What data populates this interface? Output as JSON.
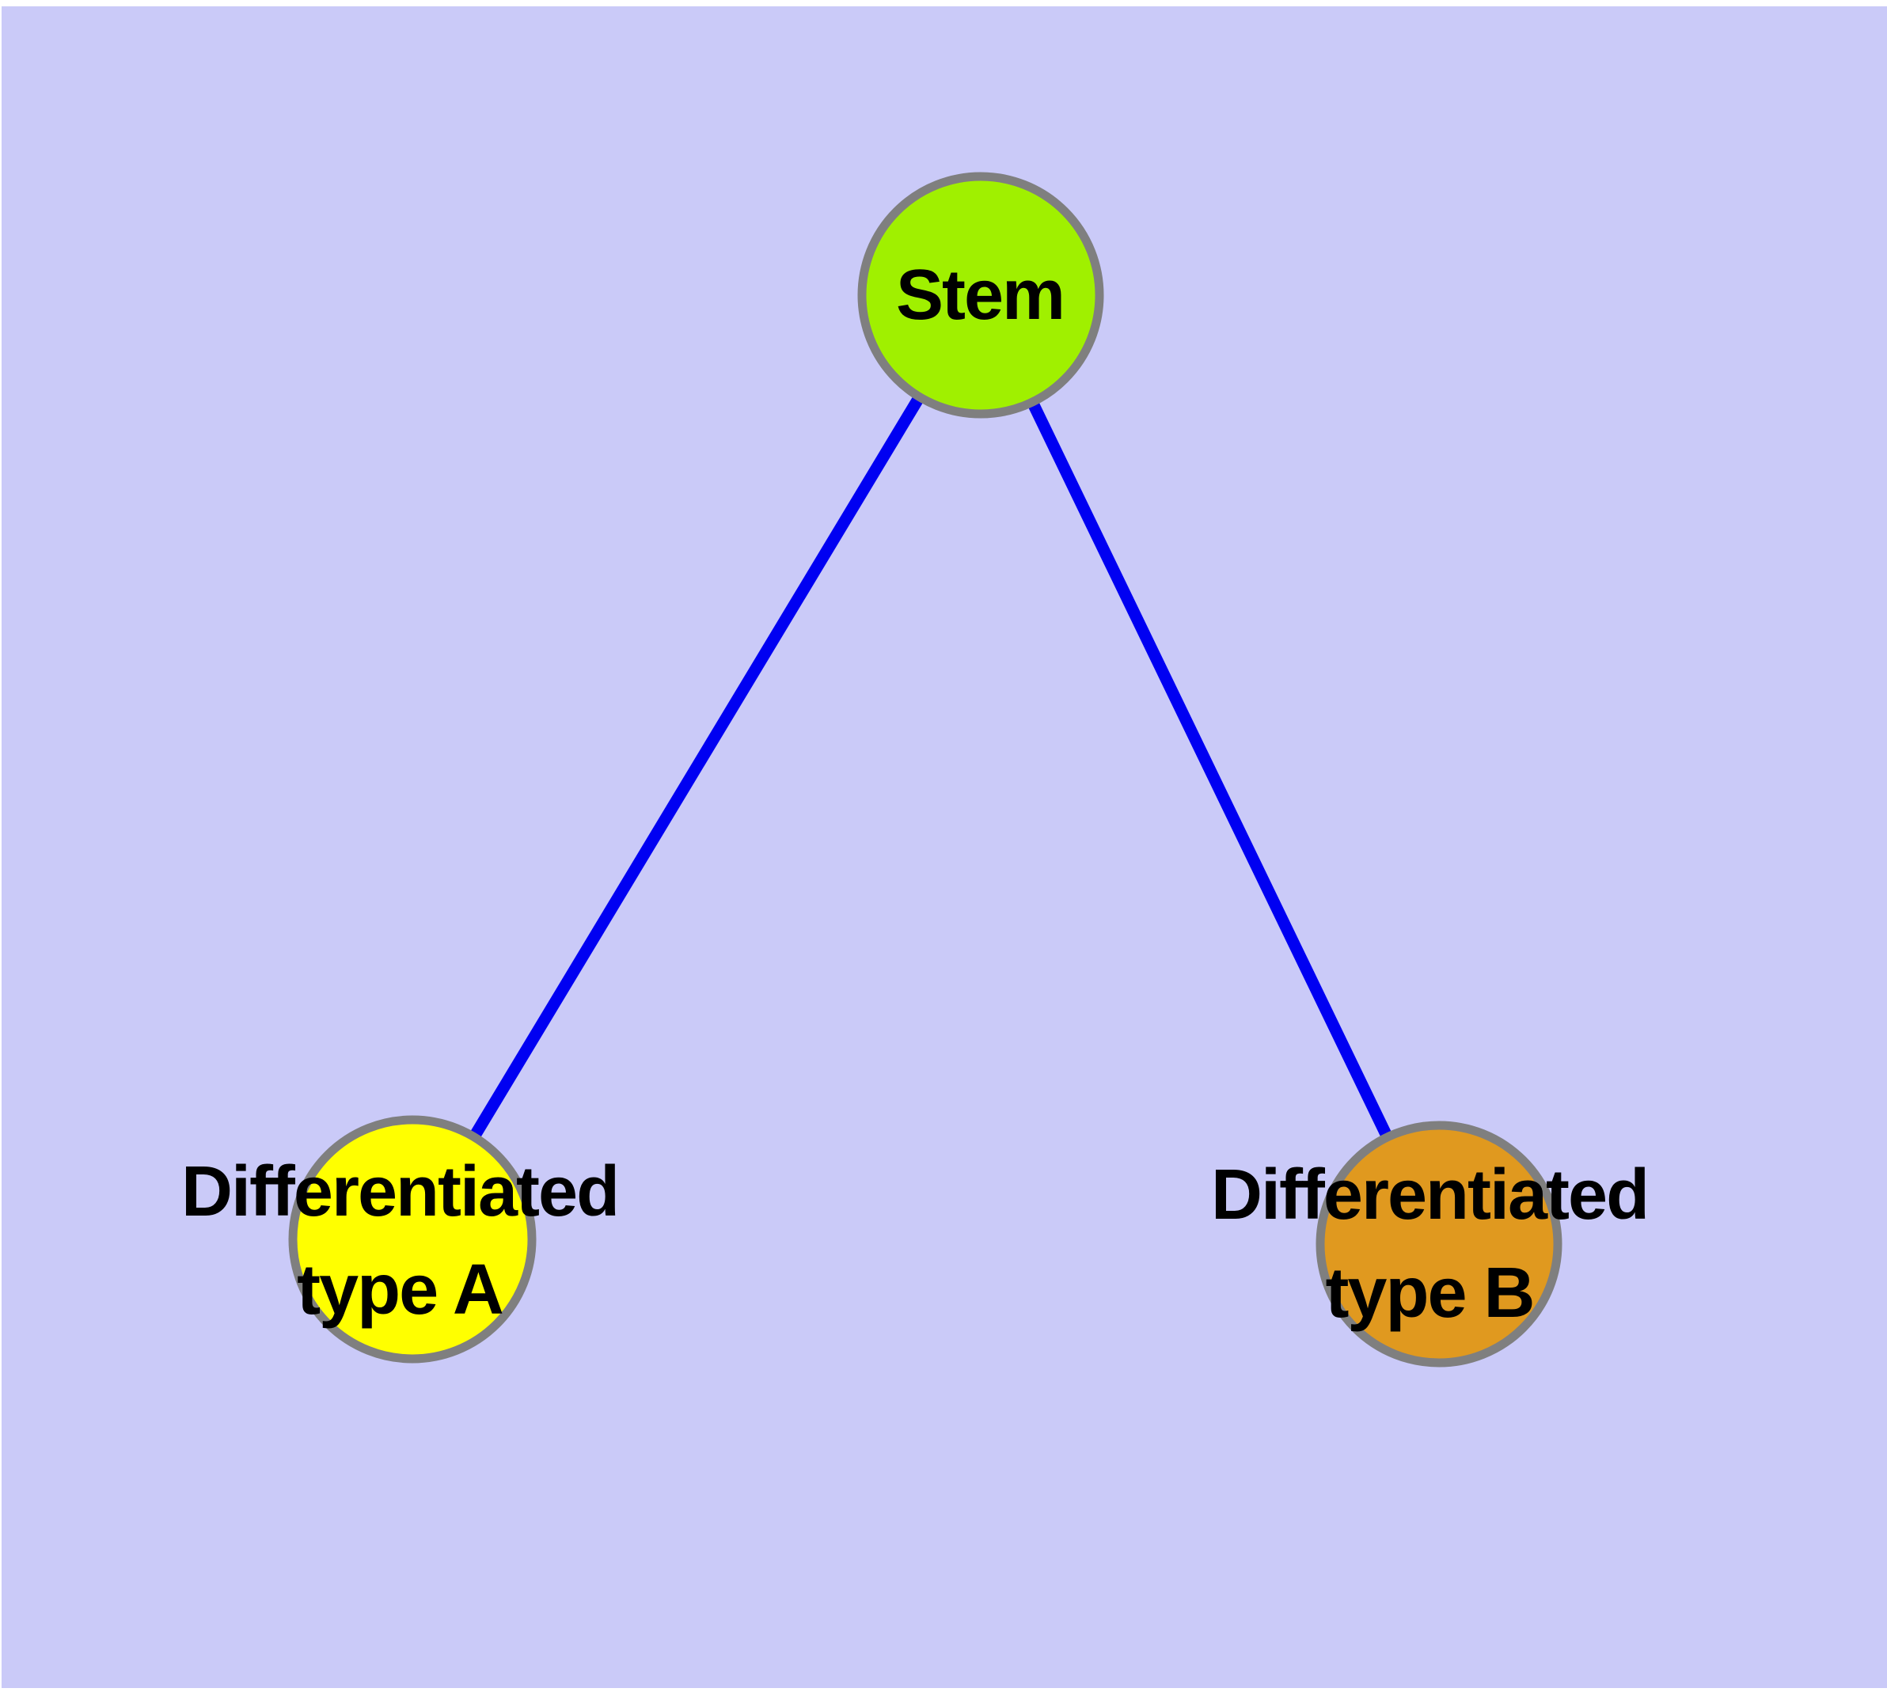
{
  "diagram": {
    "background_color": "#CACAF8",
    "page_margin_color": "#FFFFFF",
    "edge_color": "#0000F2",
    "node_border_color": "#7F7F7F",
    "label_color": "#000000",
    "nodes": [
      {
        "id": "stem",
        "label_lines": [
          "Stem"
        ],
        "fill": "#A0F000"
      },
      {
        "id": "differentiated-type-a",
        "label_lines": [
          "Differentiated",
          "type A"
        ],
        "fill": "#FFFF00"
      },
      {
        "id": "differentiated-type-b",
        "label_lines": [
          "Differentiated",
          "type B"
        ],
        "fill": "#E0991F"
      }
    ],
    "edges": [
      {
        "from": "stem",
        "to": "differentiated-type-a"
      },
      {
        "from": "stem",
        "to": "differentiated-type-b"
      }
    ]
  }
}
